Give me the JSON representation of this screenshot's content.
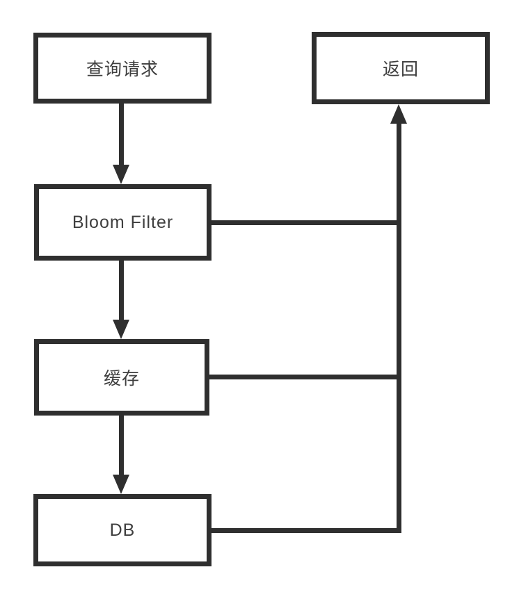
{
  "diagram": {
    "type": "flowchart",
    "colors": {
      "stroke": "#2f2f2f",
      "text": "#3f3f3f",
      "box_fill": "#ffffff",
      "background": "#ffffff"
    },
    "nodes": [
      {
        "id": "query",
        "label": "查询请求"
      },
      {
        "id": "return",
        "label": "返回"
      },
      {
        "id": "bloom",
        "label": "Bloom Filter"
      },
      {
        "id": "cache",
        "label": "缓存"
      },
      {
        "id": "db",
        "label": "DB"
      }
    ],
    "edges": [
      {
        "from": "查询请求",
        "to": "Bloom Filter",
        "direction": "down",
        "style": "arrow"
      },
      {
        "from": "Bloom Filter",
        "to": "缓存",
        "direction": "down",
        "style": "arrow"
      },
      {
        "from": "缓存",
        "to": "DB",
        "direction": "down",
        "style": "arrow"
      },
      {
        "from": "Bloom Filter",
        "to": "返回",
        "direction": "right-then-up",
        "style": "arrow"
      },
      {
        "from": "缓存",
        "to": "返回",
        "direction": "right-then-up",
        "style": "arrow"
      },
      {
        "from": "DB",
        "to": "返回",
        "direction": "right-then-up",
        "style": "arrow"
      }
    ]
  }
}
